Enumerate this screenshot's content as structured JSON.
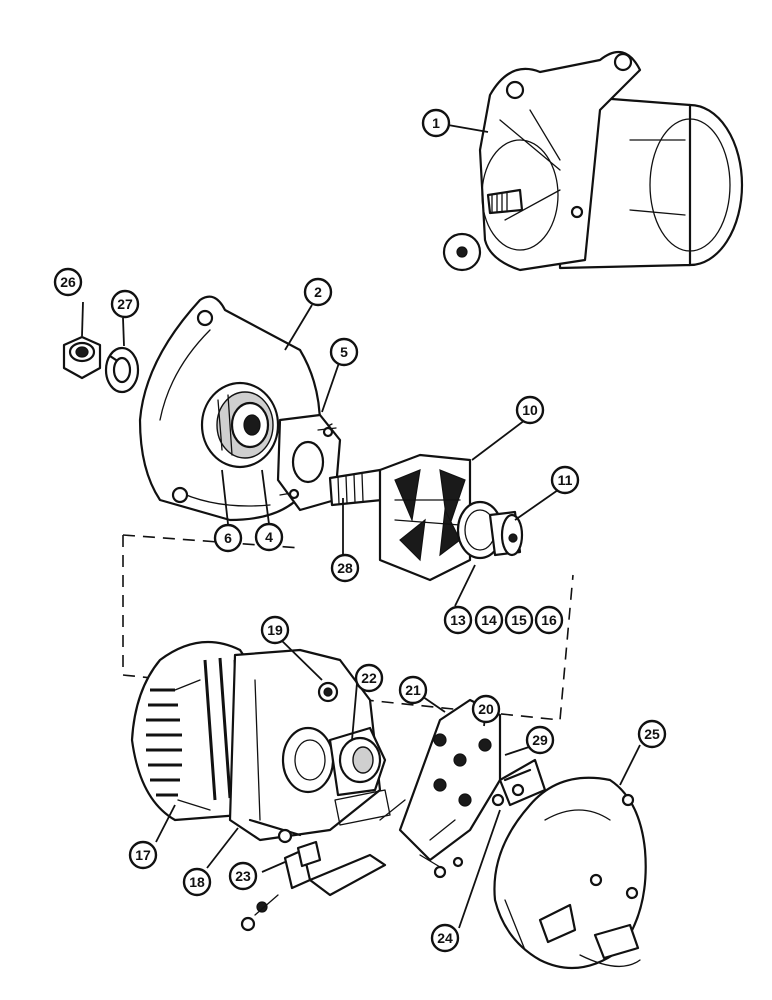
{
  "callouts": [
    {
      "id": "c1",
      "label": "1"
    },
    {
      "id": "c2",
      "label": "2"
    },
    {
      "id": "c4",
      "label": "4"
    },
    {
      "id": "c5",
      "label": "5"
    },
    {
      "id": "c6",
      "label": "6"
    },
    {
      "id": "c10",
      "label": "10"
    },
    {
      "id": "c11",
      "label": "11"
    },
    {
      "id": "c13",
      "label": "13"
    },
    {
      "id": "c14",
      "label": "14"
    },
    {
      "id": "c15",
      "label": "15"
    },
    {
      "id": "c16",
      "label": "16"
    },
    {
      "id": "c17",
      "label": "17"
    },
    {
      "id": "c18",
      "label": "18"
    },
    {
      "id": "c19",
      "label": "19"
    },
    {
      "id": "c20",
      "label": "20"
    },
    {
      "id": "c21",
      "label": "21"
    },
    {
      "id": "c22",
      "label": "22"
    },
    {
      "id": "c23",
      "label": "23"
    },
    {
      "id": "c24",
      "label": "24"
    },
    {
      "id": "c25",
      "label": "25"
    },
    {
      "id": "c26",
      "label": "26"
    },
    {
      "id": "c27",
      "label": "27"
    },
    {
      "id": "c28",
      "label": "28"
    },
    {
      "id": "c29",
      "label": "29"
    }
  ]
}
